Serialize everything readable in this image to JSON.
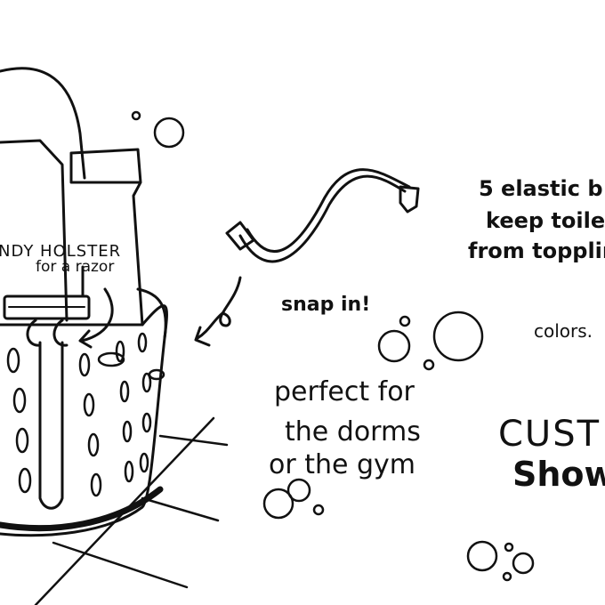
{
  "holster": {
    "title": "NDY HOLSTER",
    "subtitle": "for a razor"
  },
  "snap": "snap in!",
  "perfect": [
    "perfect for",
    "the dorms",
    "or the gym"
  ],
  "elastic": [
    "5 elastic b",
    "keep toile",
    "from topplin"
  ],
  "colors": "colors.",
  "custom": [
    "CUST",
    "Show"
  ],
  "ink_color": "#111111"
}
